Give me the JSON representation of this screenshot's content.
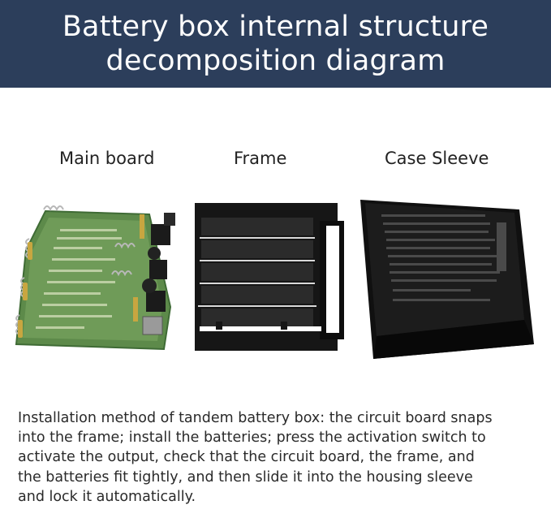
{
  "banner": {
    "title_line1": "Battery box internal structure",
    "title_line2": "decomposition diagram",
    "background": "#2c3e5b"
  },
  "parts": [
    {
      "label": "Main board"
    },
    {
      "label": "Frame"
    },
    {
      "label": "Case Sleeve"
    }
  ],
  "description": {
    "lines": [
      "Installation method of tandem battery box: the circuit board snaps",
      "into the frame; install the batteries; press the activation switch to",
      "activate the output, check that the circuit board, the frame, and",
      "the batteries fit tightly, and then slide it into the housing sleeve",
      "and lock it automatically."
    ]
  }
}
